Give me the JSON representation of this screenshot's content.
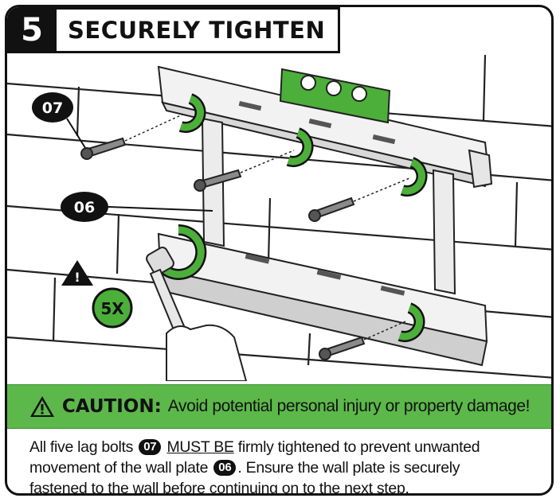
{
  "step": {
    "number": "5",
    "title": "SECURELY TIGHTEN"
  },
  "callouts": {
    "bolt_part": "07",
    "plate_part": "06",
    "quantity": "5X"
  },
  "caution": {
    "label": "CAUTION:",
    "text": "Avoid potential personal injury or property damage!"
  },
  "body": {
    "line1_a": "All five lag bolts",
    "badge1": "07",
    "emphasis": "MUST BE",
    "line1_b": "firmly tightened to prevent unwanted",
    "line2_a": "movement of the wall plate",
    "badge2": "06",
    "line2_b": ". Ensure the wall plate is securely",
    "line3": "fastened to the wall before continuing on to the next step."
  },
  "colors": {
    "accent_green": "#5cb84a",
    "level_green": "#4caf3a",
    "ink": "#111111"
  },
  "icons": [
    "warning-triangle-icon",
    "rotate-arrow-icon",
    "level-icon",
    "ratchet-wrench-icon",
    "lag-bolt-icon"
  ]
}
